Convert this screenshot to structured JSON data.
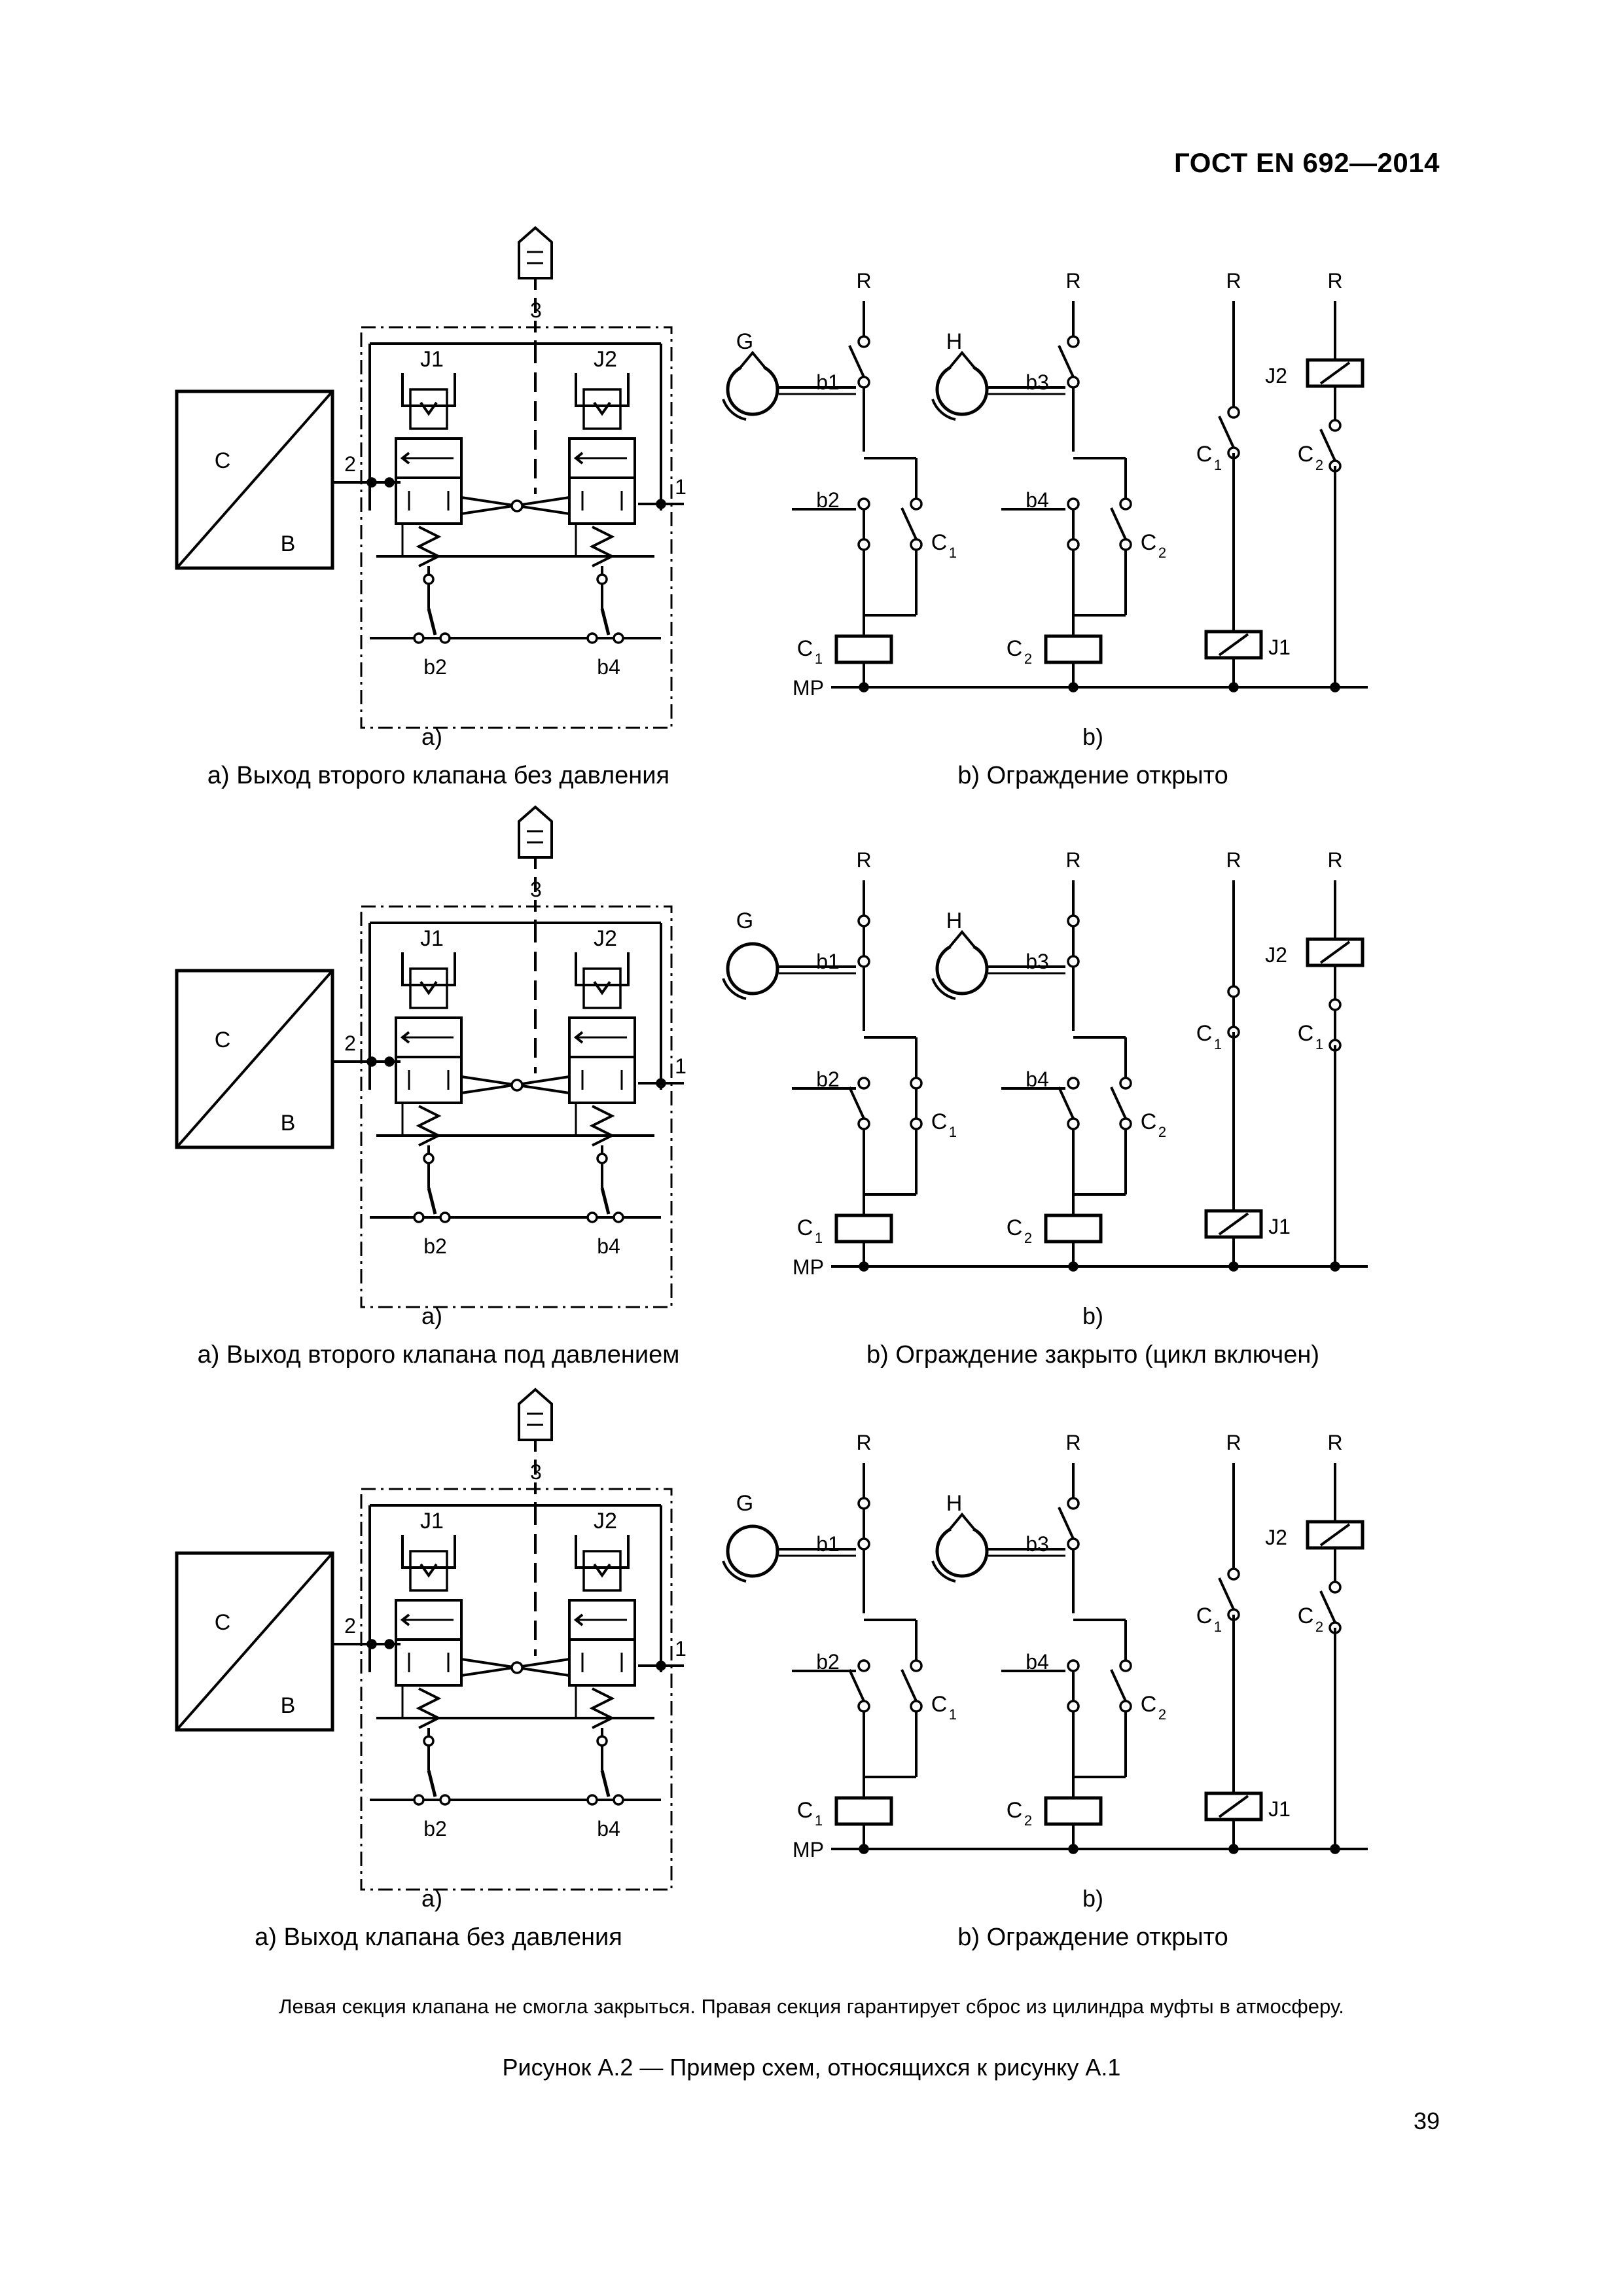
{
  "header": {
    "standard": "ГОСТ EN 692—2014"
  },
  "labels": {
    "block_c": "C",
    "block_b": "B",
    "port1": "1",
    "port2": "2",
    "port3": "3",
    "valve_j1": "J1",
    "valve_j2": "J2",
    "sensor_b2": "b2",
    "sensor_b4": "b4",
    "rail_r": "R",
    "rail_mp": "MP",
    "cam_g": "G",
    "cam_h": "H",
    "b1": "b1",
    "b2": "b2",
    "b3": "b3",
    "b4": "b4",
    "c": "C",
    "j": "J",
    "sub1": "1",
    "sub2": "2",
    "j1": "J1",
    "j2": "J2"
  },
  "rows": [
    {
      "sub_a": "a)",
      "sub_b": "b)",
      "caption_a": "a)  Выход второго клапана без давления",
      "caption_b": "b)  Ограждение открыто",
      "state": {
        "b1": "open",
        "b3": "open",
        "b2": "closed",
        "b4": "closed",
        "c1": "open",
        "c2": "open",
        "col3_index": "1",
        "col4_index": "2",
        "col3_closed": false,
        "col4_closed": false
      }
    },
    {
      "sub_a": "a)",
      "sub_b": "b)",
      "caption_a": "a)  Выход второго клапана под давлением",
      "caption_b": "b)  Ограждение закрыто (цикл включен)",
      "state": {
        "b1": "closed",
        "b3": "closed",
        "b2": "open",
        "b4": "open",
        "c1": "closed",
        "c2": "open",
        "col3_index": "1",
        "col4_index": "1",
        "col3_closed": true,
        "col4_closed": true
      }
    },
    {
      "sub_a": "a)",
      "sub_b": "b)",
      "caption_a": "a)  Выход клапана без давления",
      "caption_b": "b)  Ограждение открыто",
      "state": {
        "b1": "closed",
        "b3": "open",
        "b2": "open",
        "b4": "closed",
        "c1": "open",
        "c2": "open",
        "col3_index": "1",
        "col4_index": "2",
        "col3_closed": false,
        "col4_closed": false
      }
    }
  ],
  "note": "Левая секция клапана не смогла закрыться. Правая секция гарантирует сброс из цилиндра муфты в атмосферу.",
  "figure_title": "Рисунок А.2 — Пример схем, относящихся к рисунку А.1",
  "page_number": "39"
}
